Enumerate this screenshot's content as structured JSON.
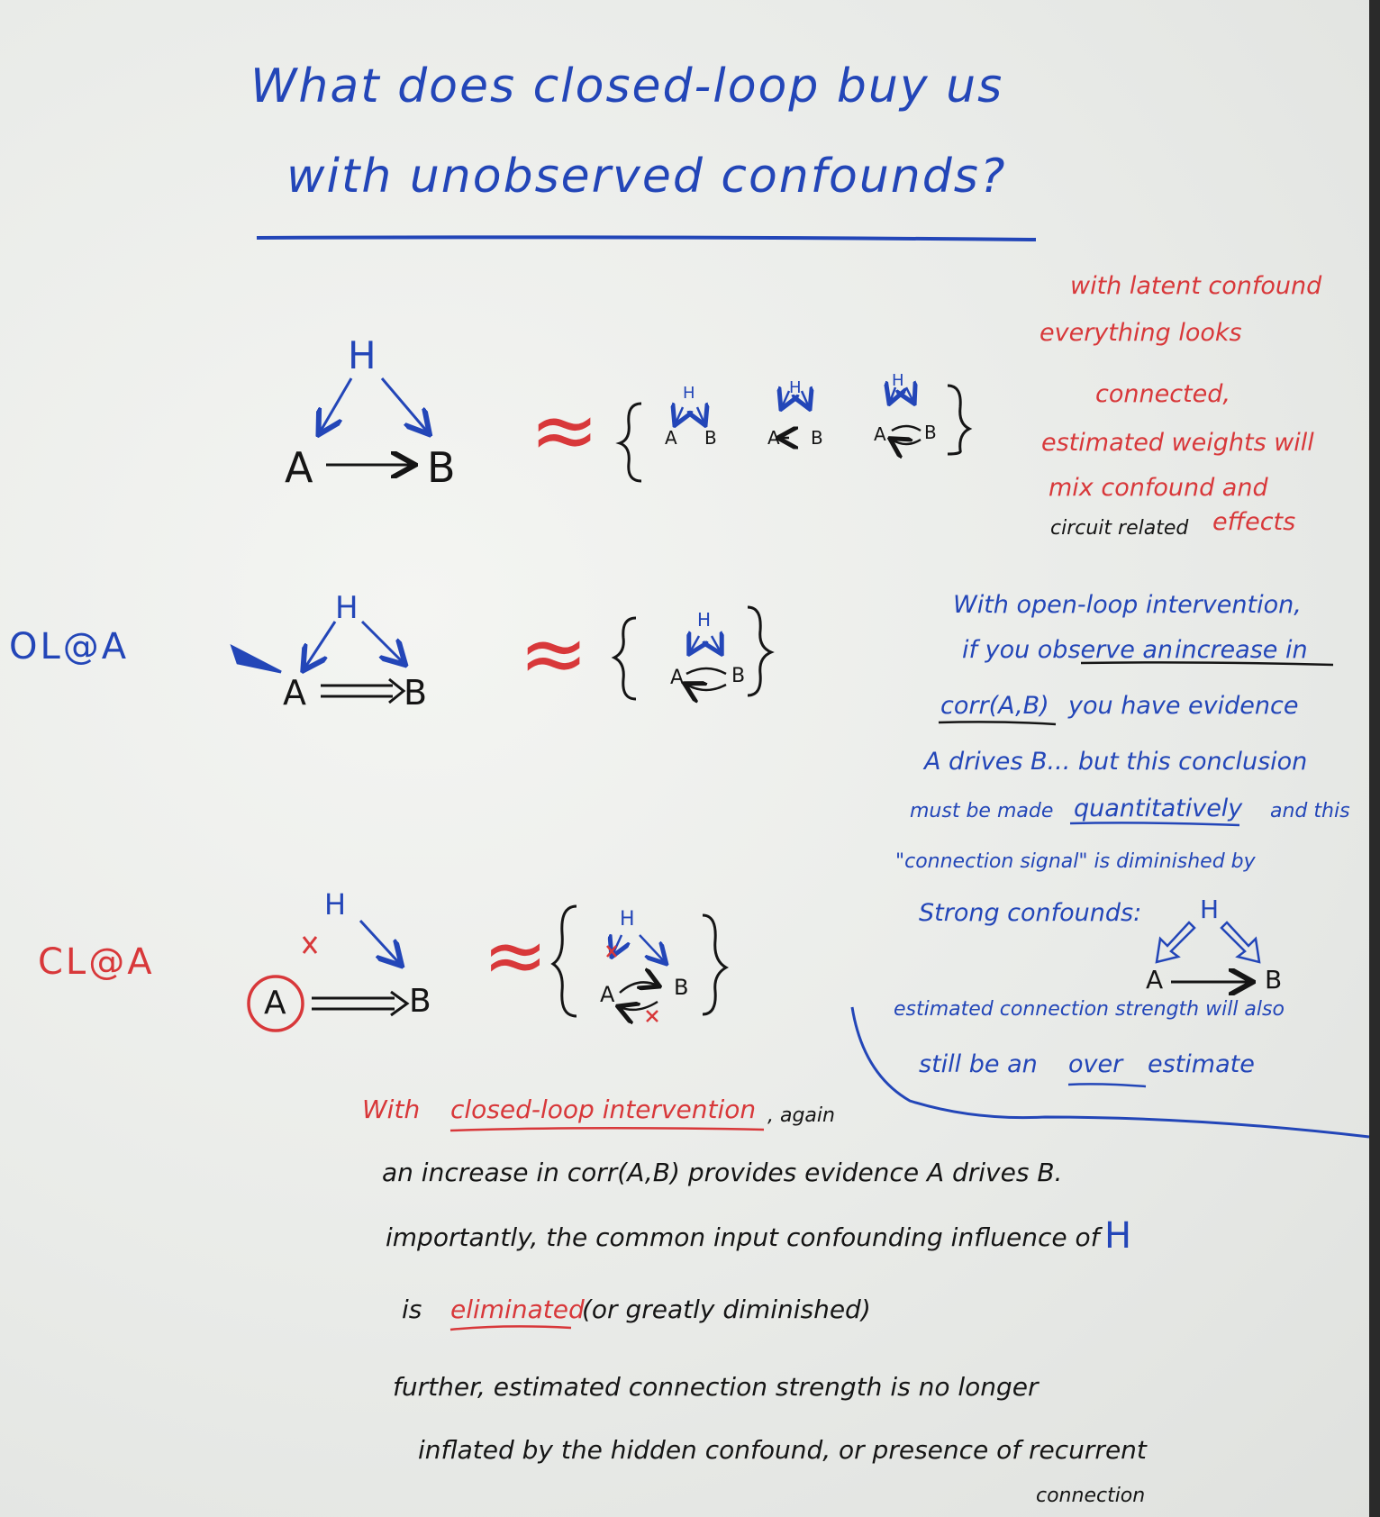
{
  "title": {
    "line1": "What does closed-loop buy us",
    "line2": "with unobserved confounds?"
  },
  "graph": {
    "hidden_node": "H",
    "node_a": "A",
    "node_b": "B"
  },
  "side_labels": {
    "open_loop": "OL@A",
    "closed_loop": "CL@A"
  },
  "approx_symbol": "≈",
  "latent_note": {
    "line1": "with latent confound",
    "line2": "everything looks",
    "line3": "connected,",
    "line4": "estimated weights will",
    "line5": "mix confound and",
    "line6a": "circuit related",
    "line6b": "effects"
  },
  "open_loop_note": {
    "line1": "With open-loop intervention,",
    "line2a": "if you observe an",
    "line2b": "increase in",
    "line3a": "corr(A,B)",
    "line3b": "you have evidence",
    "line4": "A drives B... but this conclusion",
    "line5a": "must be made",
    "line5b": "quantitatively",
    "line5c": "and this",
    "line6": "\"connection signal\" is diminished by",
    "line7": "Strong confounds:",
    "line8": "estimated connection strength will also",
    "line9a": "still be an",
    "line9b": "over",
    "line9c": "estimate"
  },
  "closed_loop_note": {
    "line1a": "With",
    "line1b": "closed-loop intervention",
    "line1c": ", again",
    "line2": "an increase in corr(A,B) provides evidence A drives B.",
    "line3a": "importantly, the common input confounding influence of",
    "line3b": "H",
    "line4a": "is",
    "line4b": "eliminated",
    "line4c": "(or greatly diminished)",
    "line5": "further, estimated connection strength is no longer",
    "line6": "inflated by the hidden confound, or presence of recurrent",
    "line7": "connection"
  },
  "colors": {
    "blue_marker": "#2346b8",
    "red_marker": "#d8383a",
    "black_marker": "#151515",
    "board": "#eceeeb"
  }
}
